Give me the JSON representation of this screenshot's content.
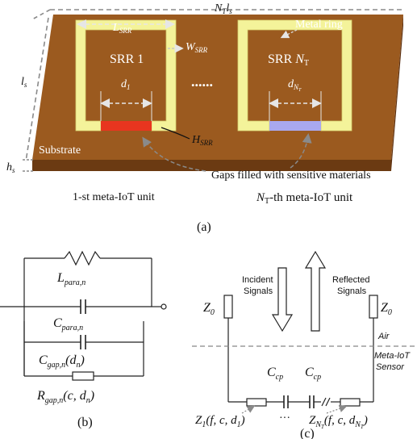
{
  "panel_a": {
    "dim_width": "N",
    "dim_width_sub": "T",
    "dim_width_tail": "l",
    "dim_width_tail_sub": "s",
    "dim_length": "l",
    "dim_length_sub": "s",
    "dim_height": "h",
    "dim_height_sub": "s",
    "L_srr": "L",
    "L_srr_sub": "SRR",
    "W_srr": "W",
    "W_srr_sub": "SRR",
    "H_srr": "H",
    "H_srr_sub": "SRR",
    "metal_ring": "Metal ring",
    "srr1": "SRR 1",
    "srrN": "SRR ",
    "srrN_italic": "N",
    "srrN_sub": "T",
    "d1": "d",
    "d1_sub": "1",
    "dN": "d",
    "dN_sub": "N",
    "dN_subsub": "T",
    "ellipsis": "......",
    "substrate": "Substrate",
    "gaps_label": "Gaps filled with sensitive materials",
    "unit1": "1-st meta-IoT unit",
    "unitN_italic": "N",
    "unitN_sub": "T",
    "unitN_rest": "-th meta-IoT unit",
    "caption": "(a)"
  },
  "panel_b": {
    "L_para": "L",
    "L_para_sub": "para,n",
    "C_para": "C",
    "C_para_sub": "para,n",
    "C_gap": "C",
    "C_gap_sub": "gap,n",
    "C_gap_args": "(d",
    "C_gap_args_sub": "n",
    "C_gap_args_end": ")",
    "R_gap": "R",
    "R_gap_sub": "gap,n",
    "R_gap_args": "(c, d",
    "R_gap_args_sub": "n",
    "R_gap_args_end": ")",
    "caption": "(b)"
  },
  "panel_c": {
    "z0_left": "Z",
    "z0_left_sub": "0",
    "z0_right": "Z",
    "z0_right_sub": "0",
    "incident_line1": "Incident",
    "incident_line2": "Signals",
    "reflected_line1": "Reflected",
    "reflected_line2": "Signals",
    "air": "Air",
    "sensor_line1": "Meta-IoT",
    "sensor_line2": "Sensor",
    "ccp1": "C",
    "ccp1_sub": "cp",
    "ccp2": "C",
    "ccp2_sub": "cp",
    "z1": "Z",
    "z1_sub": "1",
    "z1_args": "(f, c, d",
    "z1_args_sub": "1",
    "z1_args_end": ")",
    "ellipsis": "···",
    "zN": "Z",
    "zN_sub": "N",
    "zN_subsub": "T",
    "zN_args": "(f, c, d",
    "zN_args_sub": "N",
    "zN_args_subsub": "T",
    "zN_args_end": ")",
    "caption": "(c)"
  },
  "colors": {
    "substrate_top": "#9b5a1f",
    "substrate_side": "#6b3a12",
    "ring": "#f4f39a",
    "gap1": "#e8351f",
    "gapN": "#a9a8ef",
    "dash": "#8a8a8a"
  }
}
